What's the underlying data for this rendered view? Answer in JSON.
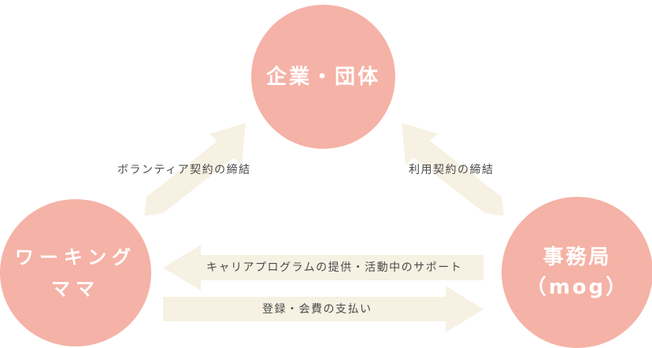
{
  "colors": {
    "node_fill": "#f5b2a6",
    "arrow_fill": "#f7f1e3",
    "label_text": "#4a4a4a",
    "node_text": "#ffffff"
  },
  "nodes": {
    "top": {
      "title": "企業・団体"
    },
    "left": {
      "title_line1": "ワーキング",
      "title_line2": "ママ"
    },
    "right": {
      "title_line1": "事務局",
      "title_line2": "（mog）"
    }
  },
  "relations": {
    "left_diagonal": "ボランティア契約の締結",
    "right_diagonal": "利用契約の締結",
    "to_mothers": "キャリアプログラムの提供・活動中のサポート",
    "to_office": "登録・会費の支払い"
  }
}
